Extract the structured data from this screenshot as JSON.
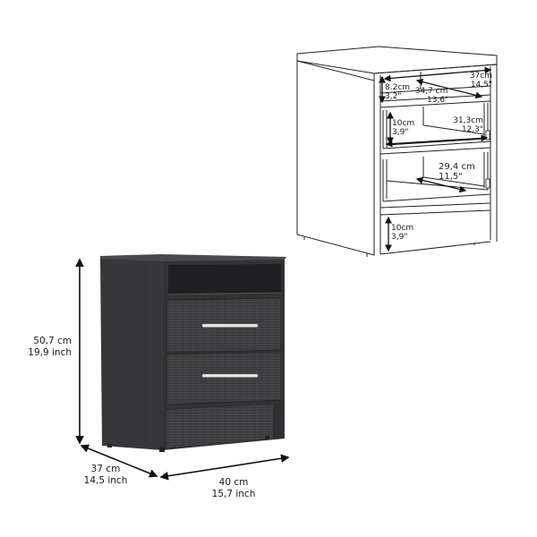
{
  "product": {
    "name": "Nightstand",
    "finish_color": "#3b3b3d",
    "handle_color": "#e8e8e8"
  },
  "overall_dimensions": {
    "height": {
      "metric": "50,7 cm",
      "imperial": "19,9 inch"
    },
    "depth": {
      "metric": "37 cm",
      "imperial": "14,5 inch"
    },
    "width": {
      "metric": "40 cm",
      "imperial": "15,7 inch"
    }
  },
  "interior_dimensions": {
    "shelf_depth": {
      "metric": "37cm",
      "imperial": "14,5\""
    },
    "shelf_width": {
      "metric": "34,7 cm",
      "imperial": "13,6\""
    },
    "shelf_height": {
      "metric": "8.2cm",
      "imperial": "3,2\""
    },
    "drawer1_height": {
      "metric": "10cm",
      "imperial": "3,9\""
    },
    "drawer1_depth": {
      "metric": "31,3cm",
      "imperial": "12,3\""
    },
    "drawer2_width": {
      "metric": "29,4 cm",
      "imperial": "11,5\""
    },
    "bottom_height": {
      "metric": "10cm",
      "imperial": "3,9\""
    }
  }
}
